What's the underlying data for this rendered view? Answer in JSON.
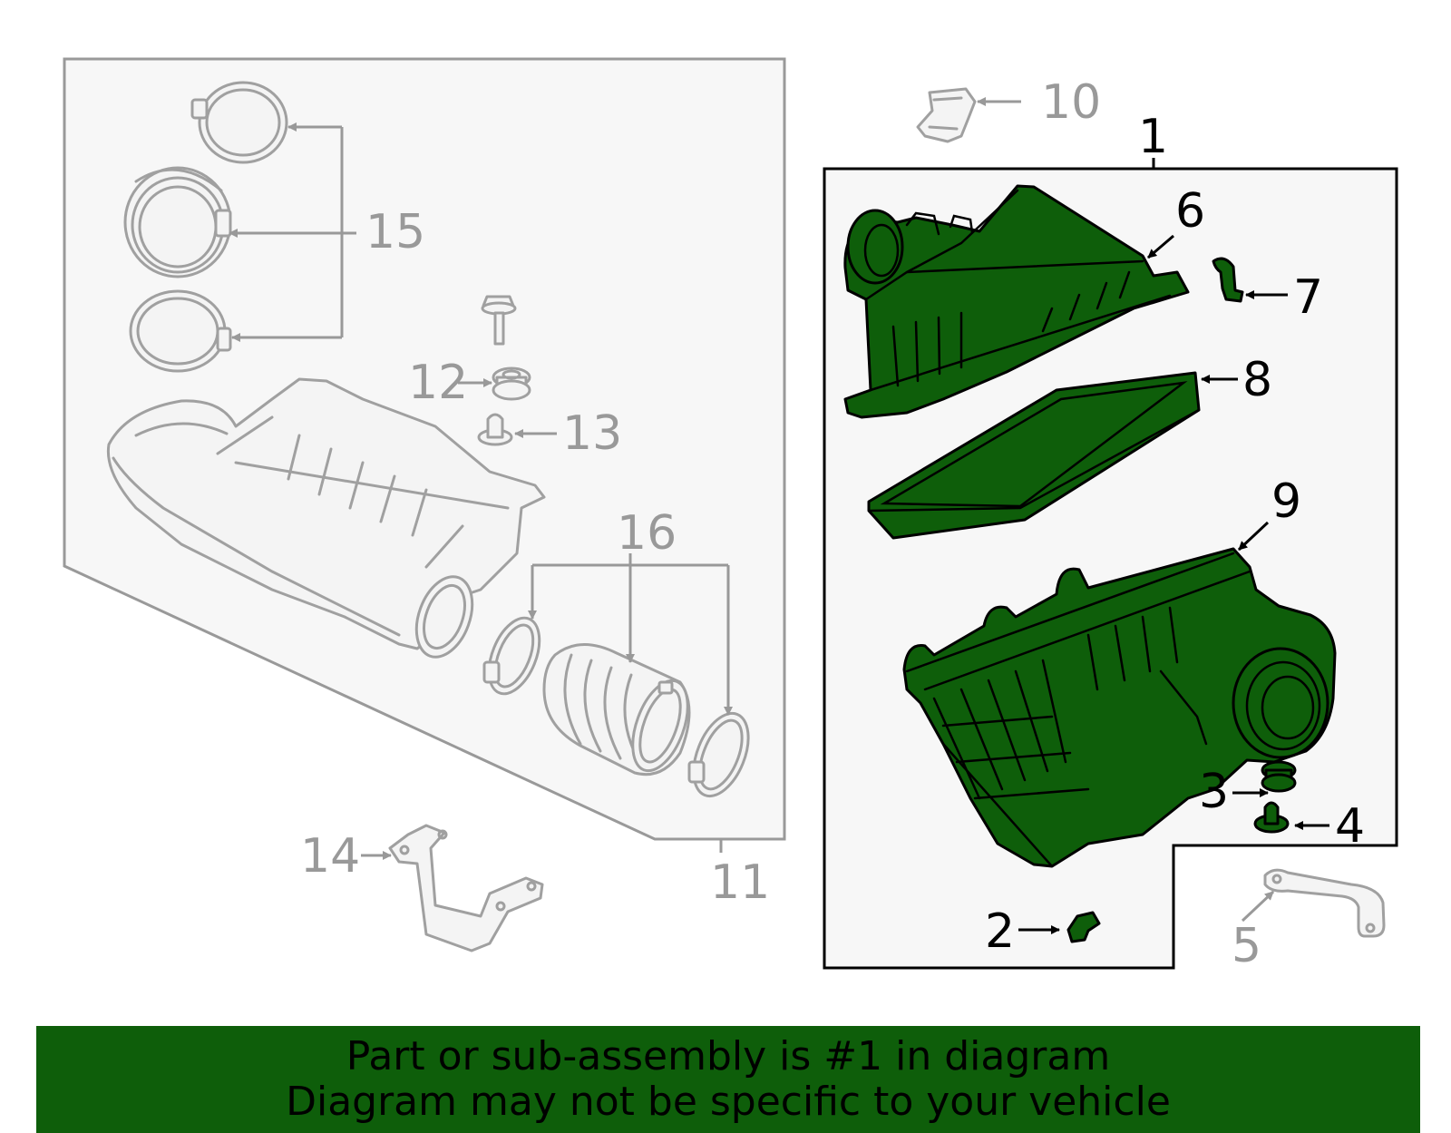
{
  "callouts": {
    "c1": "1",
    "c2": "2",
    "c3": "3",
    "c4": "4",
    "c5": "5",
    "c6": "6",
    "c7": "7",
    "c8": "8",
    "c9": "9",
    "c10": "10",
    "c11": "11",
    "c12": "12",
    "c13": "13",
    "c14": "14",
    "c15": "15",
    "c16": "16"
  },
  "banner": {
    "line1": "Part or sub-assembly is #1 in diagram",
    "line2": "Diagram may not be specific to your vehicle"
  },
  "colors": {
    "highlight_green": "#0e5e0a",
    "gray_parts": "#999999",
    "panel_fill": "#f7f7f7"
  }
}
